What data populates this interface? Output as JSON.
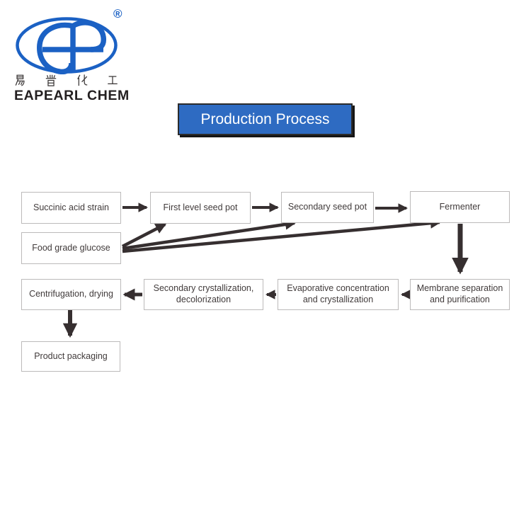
{
  "logo": {
    "monogram": "EP",
    "registered_mark": "®",
    "chinese_name": "易普化工",
    "company_name": "EAPEARL CHEM",
    "brand_blue": "#1b61c4"
  },
  "banner": {
    "title": "Production Process",
    "background": "#2e6bc2",
    "text_color": "#ffffff"
  },
  "flowchart": {
    "box_border_color": "#bcbaba",
    "text_color": "#413b3b",
    "arrow_color": "#362f30",
    "nodes": [
      {
        "id": "succinic-acid-strain",
        "label": "Succinic acid strain"
      },
      {
        "id": "first-level-seed-pot",
        "label": "First level seed pot"
      },
      {
        "id": "secondary-seed-pot",
        "label": "Secondary seed pot"
      },
      {
        "id": "fermenter",
        "label": "Fermenter"
      },
      {
        "id": "food-grade-glucose",
        "label": "Food grade glucose"
      },
      {
        "id": "centrifugation-drying",
        "label": "Centrifugation, drying"
      },
      {
        "id": "secondary-crystallization-decolorization",
        "label": "Secondary crystallization, decolorization"
      },
      {
        "id": "evaporative-concentration-crystallization",
        "label": "Evaporative concentration and crystallization"
      },
      {
        "id": "membrane-separation-purification",
        "label": "Membrane separation and purification"
      },
      {
        "id": "product-packaging",
        "label": "Product packaging"
      }
    ],
    "edges": [
      {
        "from": "succinic-acid-strain",
        "to": "first-level-seed-pot"
      },
      {
        "from": "first-level-seed-pot",
        "to": "secondary-seed-pot"
      },
      {
        "from": "secondary-seed-pot",
        "to": "fermenter"
      },
      {
        "from": "food-grade-glucose",
        "to": "first-level-seed-pot"
      },
      {
        "from": "food-grade-glucose",
        "to": "secondary-seed-pot"
      },
      {
        "from": "food-grade-glucose",
        "to": "fermenter"
      },
      {
        "from": "fermenter",
        "to": "membrane-separation-purification"
      },
      {
        "from": "membrane-separation-purification",
        "to": "evaporative-concentration-crystallization"
      },
      {
        "from": "evaporative-concentration-crystallization",
        "to": "secondary-crystallization-decolorization"
      },
      {
        "from": "secondary-crystallization-decolorization",
        "to": "centrifugation-drying"
      },
      {
        "from": "centrifugation-drying",
        "to": "product-packaging"
      }
    ]
  }
}
